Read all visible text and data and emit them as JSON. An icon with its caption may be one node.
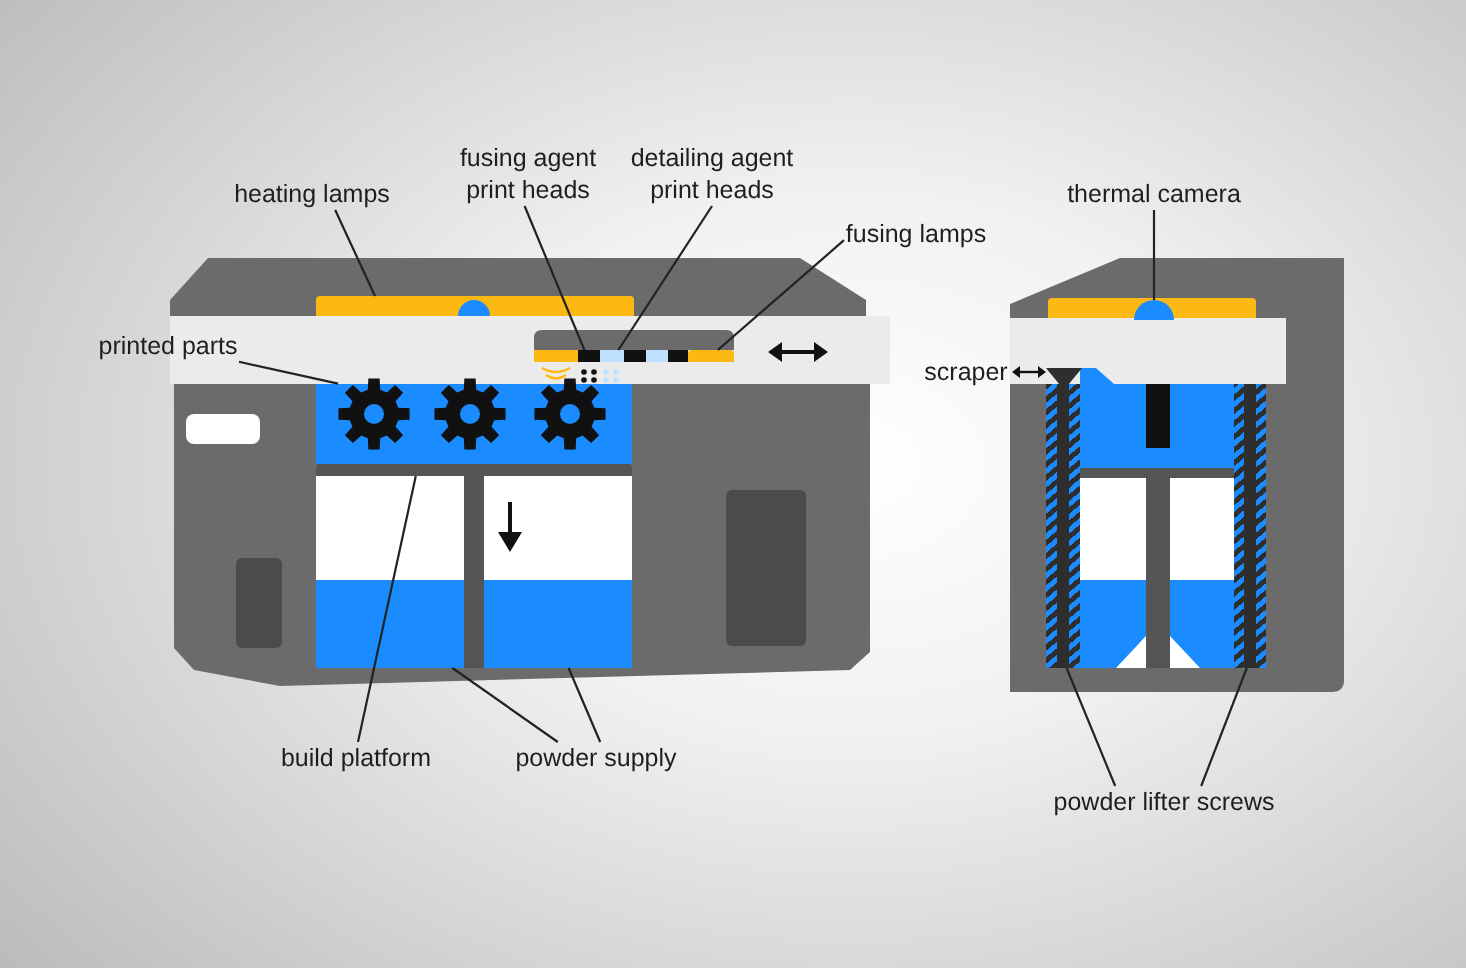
{
  "diagram": {
    "nodes": [
      {
        "text": [
          "heating lamps"
        ]
      },
      {
        "text": [],
        "shape": "bar"
      },
      {
        "text": [
          "fusing agent print heads"
        ]
      },
      {
        "text": [],
        "shape": "box"
      },
      {
        "text": [
          "detailing agent print heads"
        ]
      },
      {
        "text": [],
        "shape": "box"
      },
      {
        "text": [
          "thermal camera"
        ]
      },
      {
        "text": [],
        "shape": "dome"
      },
      {
        "text": [
          "fusing lamps"
        ]
      },
      {
        "text": [],
        "shape": "bar"
      },
      {
        "text": [
          "printed parts"
        ]
      },
      {
        "text": [],
        "shape": "gear"
      },
      {
        "text": [
          "build platform"
        ]
      },
      {
        "text": [],
        "shape": "bar"
      },
      {
        "text": [
          "powder supply"
        ]
      },
      {
        "text": [],
        "shape": "box"
      },
      {
        "text": [],
        "shape": "box"
      },
      {
        "text": [
          "powder lifter screws"
        ]
      },
      {
        "text": [],
        "shape": "screw"
      },
      {
        "text": [],
        "shape": "screw"
      },
      {
        "text": [],
        "shape": "gear"
      },
      {
        "text": [],
        "shape": "gear"
      }
    ],
    "edges": [
      {
        "from": 0,
        "to": 1,
        "arrow": "none"
      },
      {
        "from": 2,
        "to": 3,
        "arrow": "none"
      },
      {
        "from": 4,
        "to": 5,
        "arrow": "none"
      },
      {
        "from": 6,
        "to": 7,
        "arrow": "none"
      },
      {
        "from": 8,
        "to": 9,
        "arrow": "none"
      },
      {
        "from": 10,
        "to": 11,
        "arrow": "none"
      },
      {
        "from": 12,
        "to": 13,
        "arrow": "none"
      },
      {
        "from": 14,
        "to": 15,
        "arrow": "none"
      },
      {
        "from": 14,
        "to": 16,
        "arrow": "none"
      },
      {
        "from": 17,
        "to": 18,
        "arrow": "none"
      },
      {
        "from": 17,
        "to": 19,
        "arrow": "none"
      }
    ],
    "labels": [
      "scraper"
    ]
  }
}
